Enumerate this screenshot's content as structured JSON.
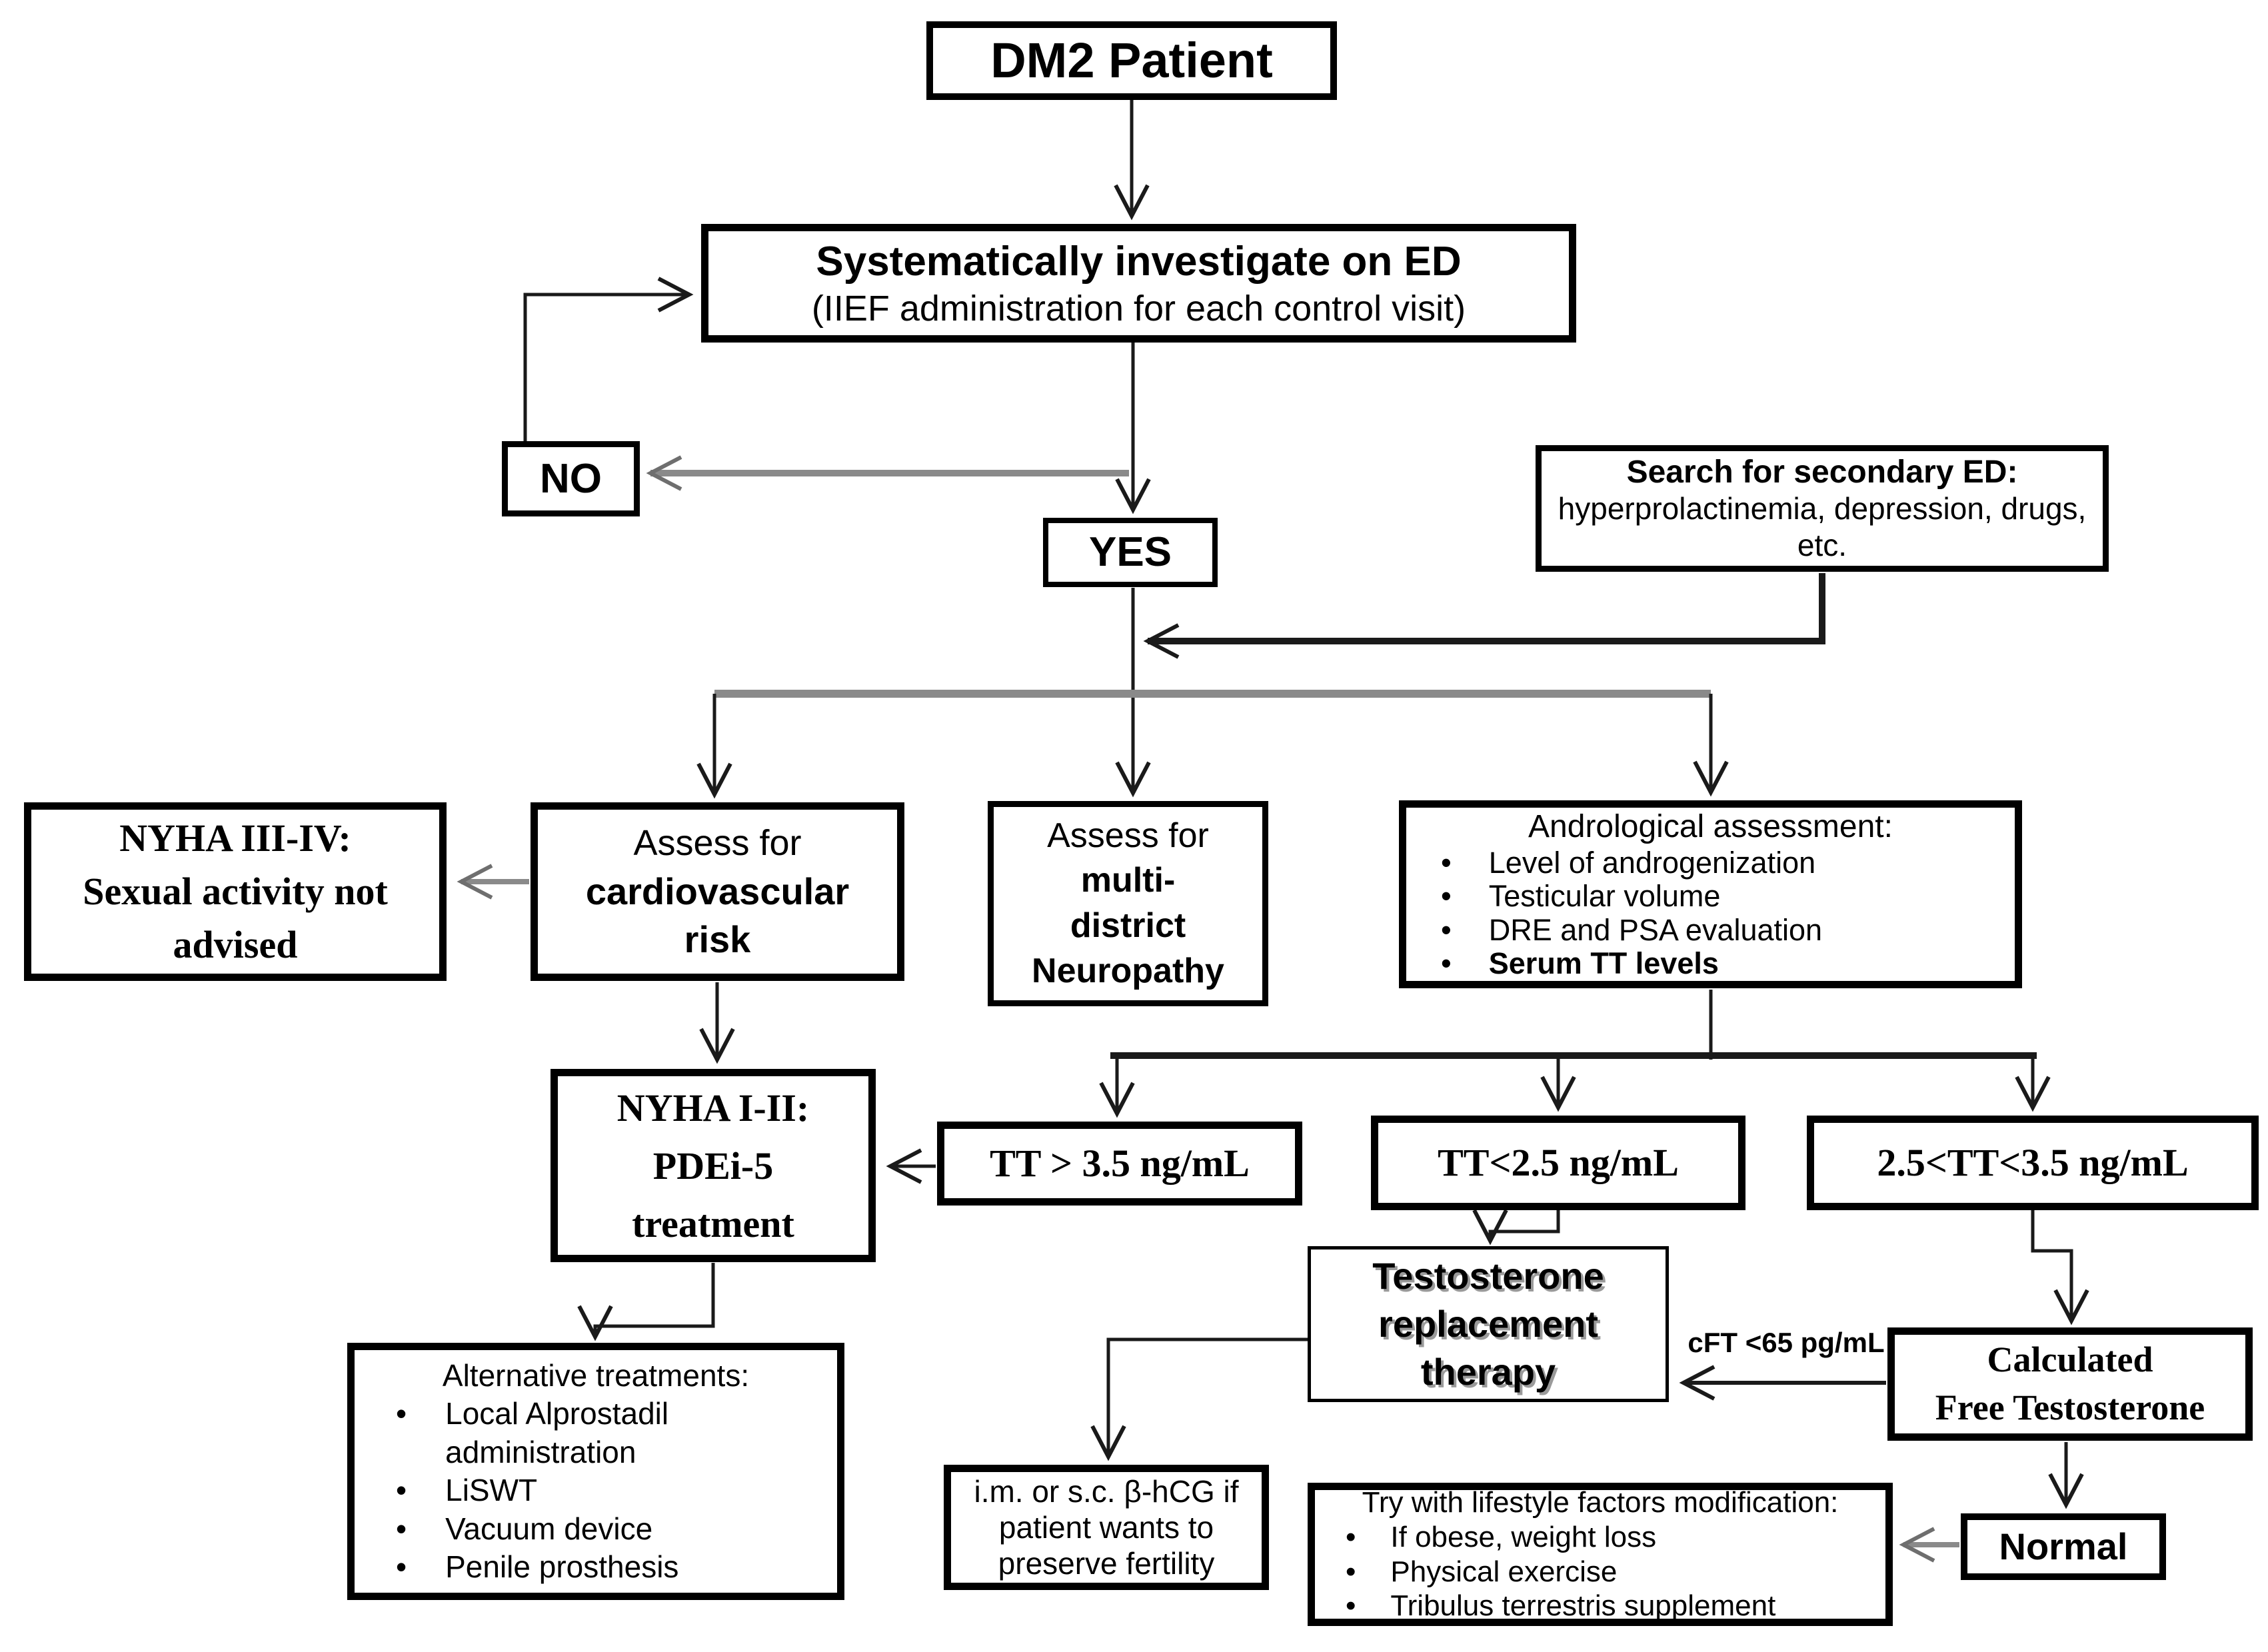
{
  "colors": {
    "border": "#000000",
    "line": "#1a1a1a",
    "gray_line": "#8a8a8a",
    "background": "#ffffff"
  },
  "nodes": {
    "dm2": {
      "label": "DM2 Patient"
    },
    "investigate": {
      "line1": "Systematically investigate on ED",
      "line2": "(IIEF administration for each control visit)"
    },
    "no": {
      "label": "NO"
    },
    "yes": {
      "label": "YES"
    },
    "secondary_ed": {
      "line1": "Search for secondary ED:",
      "line2": "hyperprolactinemia, depression, drugs,",
      "line3": "etc."
    },
    "nyha_3_4": {
      "line1": "NYHA III-IV:",
      "line2": "Sexual activity not",
      "line3": "advised"
    },
    "cv_risk": {
      "line1": "Assess for",
      "line2": "cardiovascular",
      "line3": "risk"
    },
    "neuropathy": {
      "line1": "Assess for",
      "line2": "multi-",
      "line3": "district",
      "line4": "Neuropathy"
    },
    "andrological": {
      "title": "Andrological assessment:",
      "items": [
        "Level of androgenization",
        "Testicular volume",
        "DRE and PSA evaluation",
        "Serum TT levels"
      ]
    },
    "nyha_1_2": {
      "line1": "NYHA I-II:",
      "line2": "PDEi-5",
      "line3": "treatment"
    },
    "tt_high": {
      "label": "TT > 3.5 ng/mL"
    },
    "tt_low": {
      "label": "TT<2.5 ng/mL"
    },
    "tt_mid": {
      "label": "2.5<TT<3.5 ng/mL"
    },
    "trt": {
      "line1": "Testosterone",
      "line2": "replacement",
      "line3": "therapy"
    },
    "cft_label": {
      "label": "cFT <65 pg/mL"
    },
    "calc_ft": {
      "line1": "Calculated",
      "line2": "Free Testosterone"
    },
    "bhcg": {
      "line1": "i.m. or s.c. β-hCG if",
      "line2": "patient wants to",
      "line3": "preserve fertility"
    },
    "lifestyle": {
      "title": "Try with lifestyle factors modification:",
      "items": [
        "If obese, weight loss",
        "Physical exercise",
        "Tribulus terrestris supplement"
      ]
    },
    "normal": {
      "label": "Normal"
    },
    "alternative": {
      "title": "Alternative treatments:",
      "items": [
        "Local Alprostadil administration",
        "LiSWT",
        "Vacuum device",
        "Penile prosthesis"
      ]
    }
  }
}
